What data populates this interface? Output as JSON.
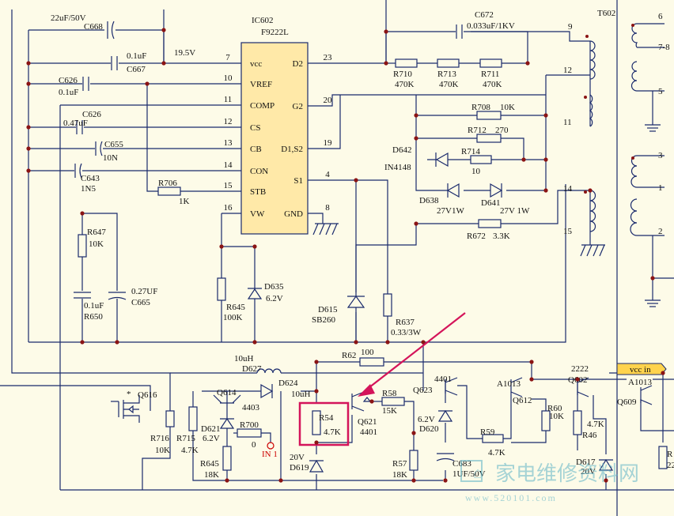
{
  "ic": {
    "ref": "IC602",
    "part": "F9222L",
    "pins_left": [
      {
        "num": "7",
        "name": "vcc"
      },
      {
        "num": "10",
        "name": "VREF"
      },
      {
        "num": "11",
        "name": "COMP"
      },
      {
        "num": "12",
        "name": "CS"
      },
      {
        "num": "13",
        "name": "CB"
      },
      {
        "num": "14",
        "name": "CON"
      },
      {
        "num": "15",
        "name": "STB"
      },
      {
        "num": "16",
        "name": "VW"
      }
    ],
    "pins_right": [
      {
        "num": "23",
        "name": "D2"
      },
      {
        "num": "20",
        "name": "G2"
      },
      {
        "num": "19",
        "name": "D1,S2"
      },
      {
        "num": "4",
        "name": "S1"
      },
      {
        "num": "8",
        "name": "GND"
      }
    ]
  },
  "labels": {
    "c668_val": "22uF/50V",
    "c668": "C668",
    "c667_val": "0.1uF",
    "c667": "C667",
    "v195": "19.5V",
    "c626a": "C626",
    "c626a_val": "0.1uF",
    "c626b": "C626",
    "c626b_val": "0.47uF",
    "c655": "C655",
    "c655_val": "10N",
    "c643": "C643",
    "c643_val": "1N5",
    "r706": "R706",
    "r706_val": "1K",
    "r647": "R647",
    "r647_val": "10K",
    "r650_val": "0.1uF",
    "r650": "R650",
    "c665_val": "0.27UF",
    "c665": "C665",
    "r645a": "R645",
    "r645a_val": "100K",
    "d635": "D635",
    "d635_val": "6.2V",
    "d615": "D615",
    "d615_val": "SB260",
    "r637": "R637",
    "r637_val": "0.33/3W",
    "c672": "C672",
    "c672_val": "0.033uF/1KV",
    "r710": "R710",
    "r710_val": "470K",
    "r713": "R713",
    "r713_val": "470K",
    "r711": "R711",
    "r711_val": "470K",
    "r708": "R708",
    "r708_val": "10K",
    "r712": "R712",
    "r712_val": "270",
    "d642": "D642",
    "d642_val": "IN4148",
    "r714": "R714",
    "r714_val": "10",
    "d638": "D638",
    "d638_val": "27V1W",
    "d641": "D641",
    "d641_val": "27V 1W",
    "r672": "R672",
    "r672_val": "3.3K",
    "t602": "T602",
    "tp9": "9",
    "tp12": "12",
    "tp11": "11",
    "tp14": "14",
    "tp15": "15",
    "ts6": "6",
    "ts78": "7-8",
    "ts5": "5",
    "ts3": "3",
    "ts1": "1",
    "ts2": "2",
    "d627_val": "10uH",
    "d627": "D627",
    "d624": "D624",
    "d624_val": "10uH",
    "r62": "R62",
    "r62_val": "100",
    "q616_star": "*",
    "q616": "Q616",
    "q614": "Q614",
    "q614_part": "4403",
    "r716": "R716",
    "r716_val": "10K",
    "r715": "R715",
    "r715_val": "4.7K",
    "d621": "D621",
    "d621_val": "6.2V",
    "r700": "R700",
    "r700_val": "0",
    "in1": "IN 1",
    "r645b": "R645",
    "r645b_val": "18K",
    "r54": "R54",
    "r54_val": "4.7K",
    "d619_val": "20V",
    "d619": "D619",
    "q621": "Q621",
    "q621_part": "4401",
    "r58": "R58",
    "r58_val": "15K",
    "q623_part": "4401",
    "q623": "Q623",
    "d620_val": "6.2V",
    "d620": "D620",
    "r57": "R57",
    "r57_val": "18K",
    "c683": "C683",
    "c683_val": "1UF/50V",
    "r59": "R59",
    "r59_val": "4.7K",
    "q612_part": "A1013",
    "q612": "Q612",
    "r60": "R60",
    "r60_val": "10K",
    "q602_part": "2222",
    "q602": "Q602",
    "r46_val": "4.7K",
    "r46": "R46",
    "d617": "D617",
    "d617_val": "20V",
    "vcc_in": "vcc in",
    "q609_part": "A1013",
    "q609": "Q609",
    "r_edge": "R",
    "r_edge2": "22"
  },
  "watermark": {
    "text": "家电维修资料网",
    "url": "www.520101.com"
  },
  "colors": {
    "wire": "#1a2a6c",
    "ic_fill": "#ffe9a8",
    "node": "#8b1414",
    "highlight": "#d4145a",
    "flag": "#ffd34d",
    "watermark": "#5fb3c6"
  }
}
